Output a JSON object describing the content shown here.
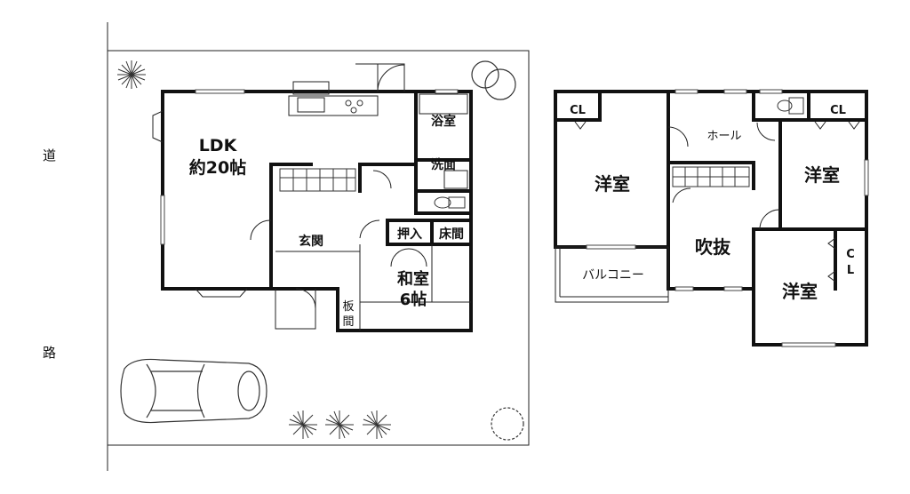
{
  "road": {
    "char1": "道",
    "char2": "路"
  },
  "floor1": {
    "ldk_line1": "LDK",
    "ldk_line2": "約20帖",
    "bath": "浴室",
    "washroom": "洗面",
    "entrance": "玄関",
    "closet": "押入",
    "alcove": "床間",
    "washitsu_line1": "和室",
    "washitsu_line2": "6帖",
    "itama_line1": "板",
    "itama_line2": "間"
  },
  "floor2": {
    "cl_left": "CL",
    "hall": "ホール",
    "cl_right": "CL",
    "youshitsu_left": "洋室",
    "youshitsu_right": "洋室",
    "fukinuke": "吹抜",
    "cl_v1": "C",
    "cl_v2": "L",
    "balcony": "バルコニー",
    "youshitsu_bottom": "洋室"
  },
  "icons": [
    "tree-icon",
    "shrub-icon",
    "car-icon",
    "toilet-icon",
    "sink-icon",
    "stove-icon",
    "bathtub-icon",
    "stairs-icon"
  ]
}
